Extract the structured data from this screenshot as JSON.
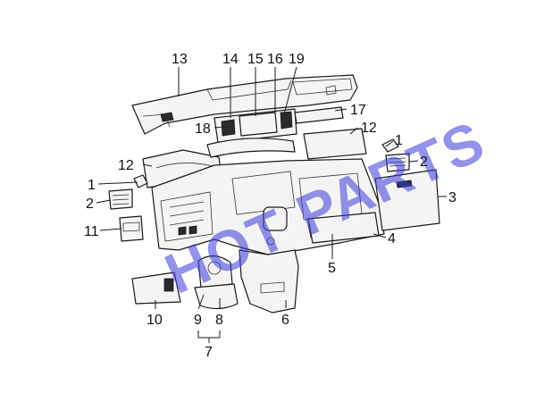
{
  "watermark": "HOT PARTS",
  "callouts": {
    "p1a": "1",
    "p1b": "1",
    "p2a": "2",
    "p2b": "2",
    "p3": "3",
    "p4": "4",
    "p5": "5",
    "p6": "6",
    "p7": "7",
    "p8": "8",
    "p9": "9",
    "p10": "10",
    "p11": "11",
    "p12a": "12",
    "p12b": "12",
    "p13": "13",
    "p14": "14",
    "p15": "15",
    "p16": "16",
    "p17": "17",
    "p18": "18",
    "p19": "19"
  }
}
